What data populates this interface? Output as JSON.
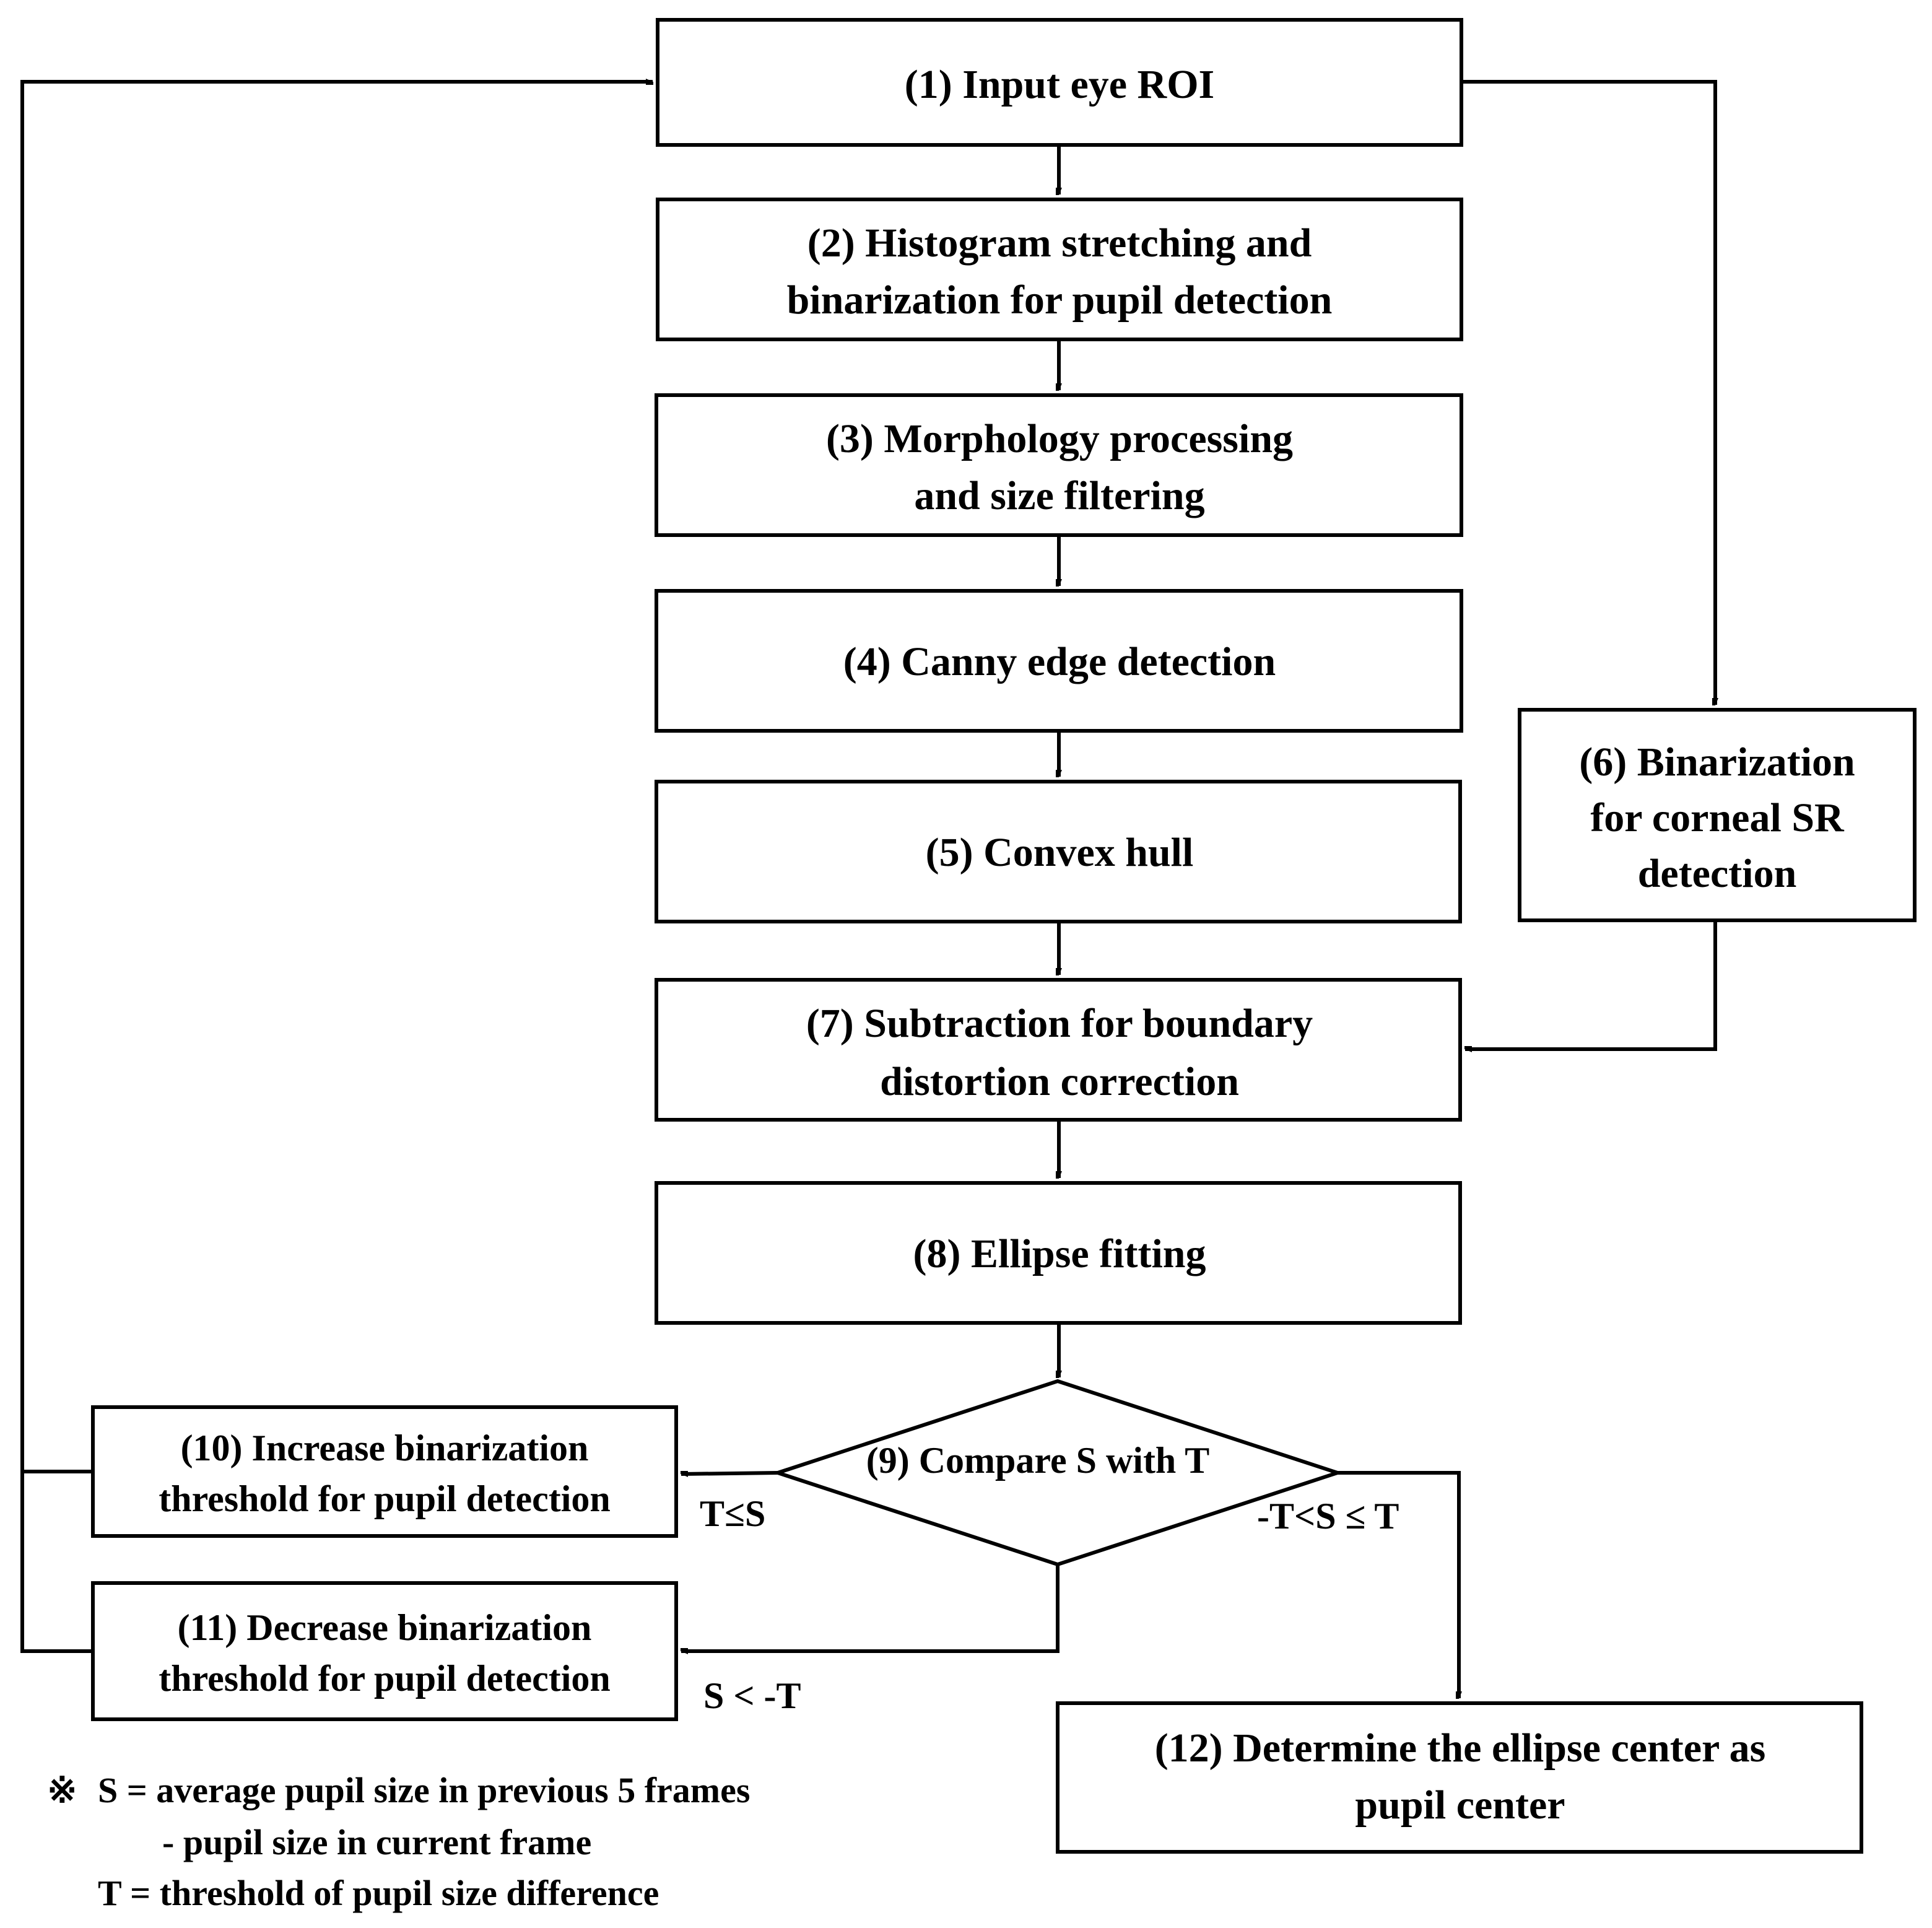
{
  "nodes": {
    "n1": {
      "lines": [
        "(1) Input eye ROI"
      ]
    },
    "n2": {
      "lines": [
        "(2) Histogram stretching and",
        "binarization for pupil detection"
      ]
    },
    "n3": {
      "lines": [
        "(3) Morphology processing",
        "and size filtering"
      ]
    },
    "n4": {
      "lines": [
        "(4) Canny edge detection"
      ]
    },
    "n5": {
      "lines": [
        "(5) Convex hull"
      ]
    },
    "n6": {
      "lines": [
        "(6) Binarization",
        "for corneal SR",
        "detection"
      ]
    },
    "n7": {
      "lines": [
        "(7) Subtraction for boundary",
        "distortion correction"
      ]
    },
    "n8": {
      "lines": [
        "(8) Ellipse fitting"
      ]
    },
    "n9": {
      "lines": [
        "(9) Compare S with T"
      ]
    },
    "n10": {
      "lines": [
        "(10) Increase binarization",
        "threshold for pupil detection"
      ]
    },
    "n11": {
      "lines": [
        "(11) Decrease binarization",
        "threshold for pupil detection"
      ]
    },
    "n12": {
      "lines": [
        "(12) Determine the ellipse center as",
        "pupil center"
      ]
    }
  },
  "edge_labels": {
    "to_increase": "T≤S",
    "to_decrease": "S < -T",
    "to_center": "-T<S ≤ T"
  },
  "note": {
    "symbol": "※",
    "line1": "S = average pupil size in previous 5 frames",
    "line2": "- pupil size in current frame",
    "line3": "T = threshold of pupil size difference"
  }
}
